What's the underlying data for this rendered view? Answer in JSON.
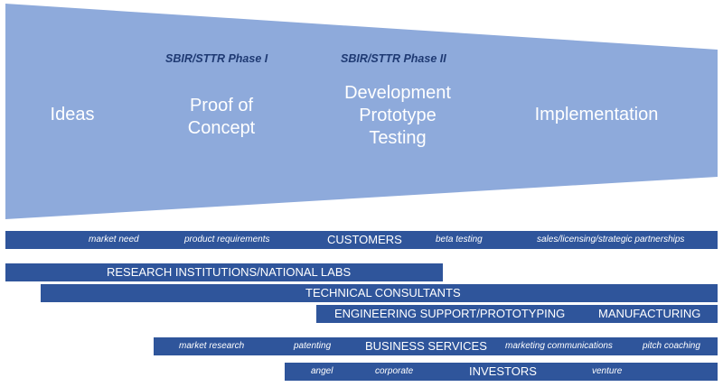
{
  "phases": {
    "phase1": "SBIR/STTR Phase I",
    "phase2": "SBIR/STTR Phase II"
  },
  "stages": {
    "ideas": "Ideas",
    "proof1": "Proof of",
    "proof2": "Concept",
    "dev1": "Development",
    "dev2": "Prototype",
    "dev3": "Testing",
    "implementation": "Implementation"
  },
  "customers": {
    "market_need": "market need",
    "product_requirements": "product requirements",
    "label": "CUSTOMERS",
    "beta_testing": "beta testing",
    "sales": "sales/licensing/strategic partnerships"
  },
  "research": {
    "label": "RESEARCH INSTITUTIONS/NATIONAL LABS"
  },
  "technical": {
    "label": "TECHNICAL CONSULTANTS"
  },
  "engineering": {
    "label": "ENGINEERING SUPPORT/PROTOTYPING",
    "manufacturing": "MANUFACTURING"
  },
  "business": {
    "market_research": "market research",
    "patenting": "patenting",
    "label": "BUSINESS SERVICES",
    "marketing": "marketing communications",
    "pitch": "pitch coaching"
  },
  "investors": {
    "angel": "angel",
    "corporate": "corporate",
    "label": "INVESTORS",
    "venture": "venture"
  },
  "colors": {
    "funnel": "#8eaadb",
    "bar": "#2f559b",
    "phase_text": "#1f3a73"
  }
}
